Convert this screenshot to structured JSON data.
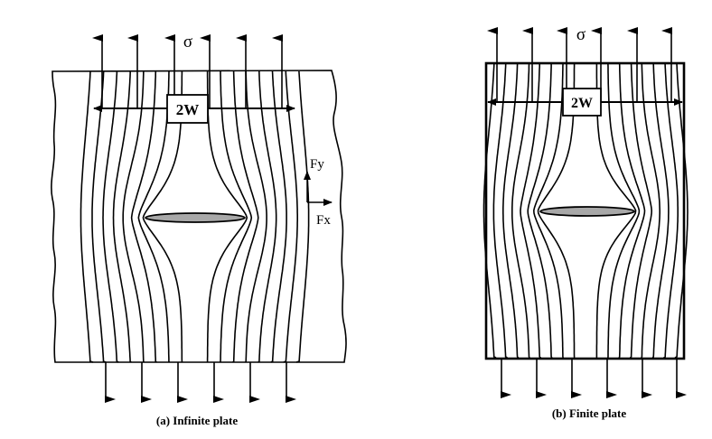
{
  "panel_a": {
    "sigma": "σ",
    "width_label": "2W",
    "fy_label": "Fy",
    "fx_label": "Fx",
    "caption": "(a) Infinite plate"
  },
  "panel_b": {
    "sigma": "σ",
    "width_label": "2W",
    "caption": "(b) Finite plate"
  },
  "colors": {
    "ink": "#000000",
    "crack_fill": "#a8a8a8",
    "background": "#ffffff"
  }
}
